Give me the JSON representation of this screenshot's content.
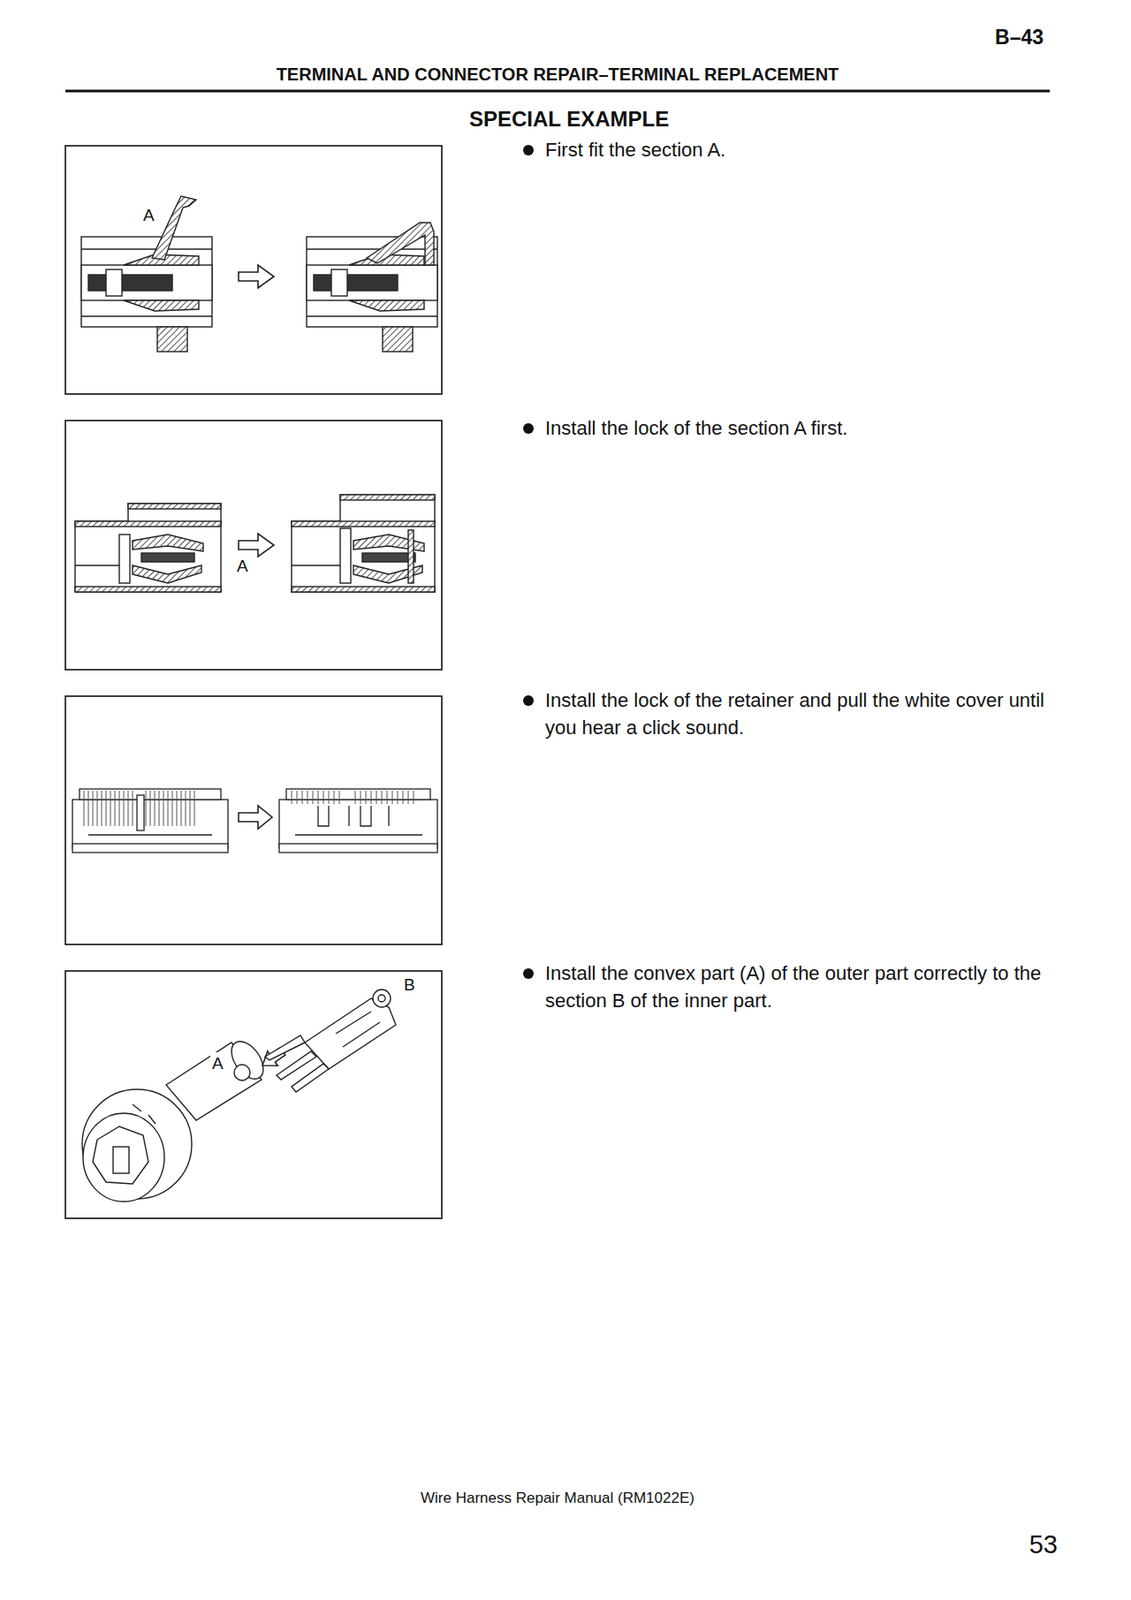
{
  "diagram": {
    "title": "TERMINAL AND CONNECTOR REPAIR–TERMINAL REPLACEMENT",
    "labels": [
      "B–43",
      "SPECIAL EXAMPLE",
      "First fit the section A.",
      "A",
      "Install the lock of the section A first.",
      "A",
      "Install the lock of the retainer and pull the white cover until you hear a click sound.",
      "B",
      "A",
      "Install the convex part (A) of the outer part correctly to the section B of the inner part.",
      "Wire Harness Repair Manual (RM1022E)",
      "53"
    ]
  }
}
